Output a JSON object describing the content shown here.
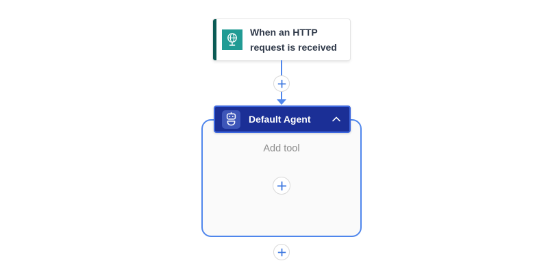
{
  "colors": {
    "connector_blue": "#4F86EC",
    "plus_blue": "#3B76E0",
    "agent_header_bg": "#1B2F96",
    "agent_header_border": "#3C66DE",
    "agent_icon_tile_bg": "#3D55B8",
    "trigger_icon_teal": "#219B94",
    "trigger_accent_teal": "#0A5A54",
    "container_bg": "#FAFAFA",
    "muted_text": "#8B8B8B",
    "title_text": "#2F3949",
    "canvas_bg": "#FFFFFF"
  },
  "trigger": {
    "title": "When an HTTP request is received",
    "icon": "globe-http-icon"
  },
  "connector": {
    "insert_action_icon": "plus-icon"
  },
  "agent": {
    "title": "Default Agent",
    "icon": "agent-robot-icon",
    "collapse_icon": "chevron-up-icon",
    "body": {
      "placeholder": "Add tool",
      "add_tool_icon": "plus-icon"
    }
  },
  "after_agent": {
    "add_action_icon": "plus-icon"
  }
}
